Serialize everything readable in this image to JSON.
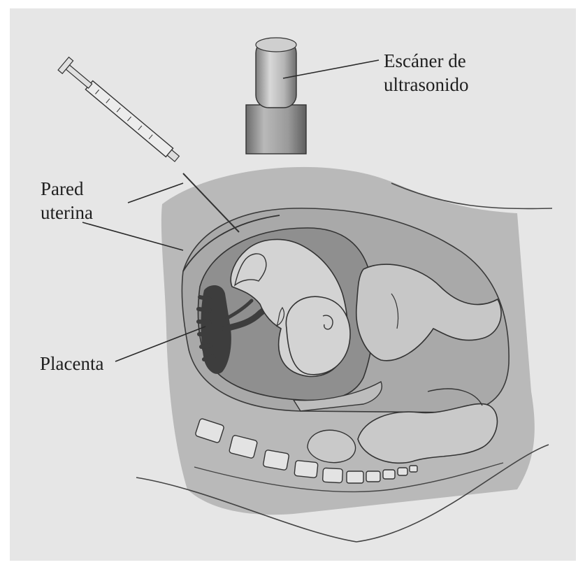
{
  "labels": {
    "scanner": [
      "Escáner de",
      "ultrasonido"
    ],
    "wall": [
      "Pared",
      "uterina"
    ],
    "placenta": "Placenta"
  },
  "colors": {
    "background": "#e6e6e6",
    "body": "#b9b9b9",
    "uterine_cavity": "#8f8f8f",
    "fetus": "#d3d3d3",
    "placenta": "#3d3d3d",
    "outline": "#2a2a2a",
    "scanner": "#9c9c9c"
  }
}
